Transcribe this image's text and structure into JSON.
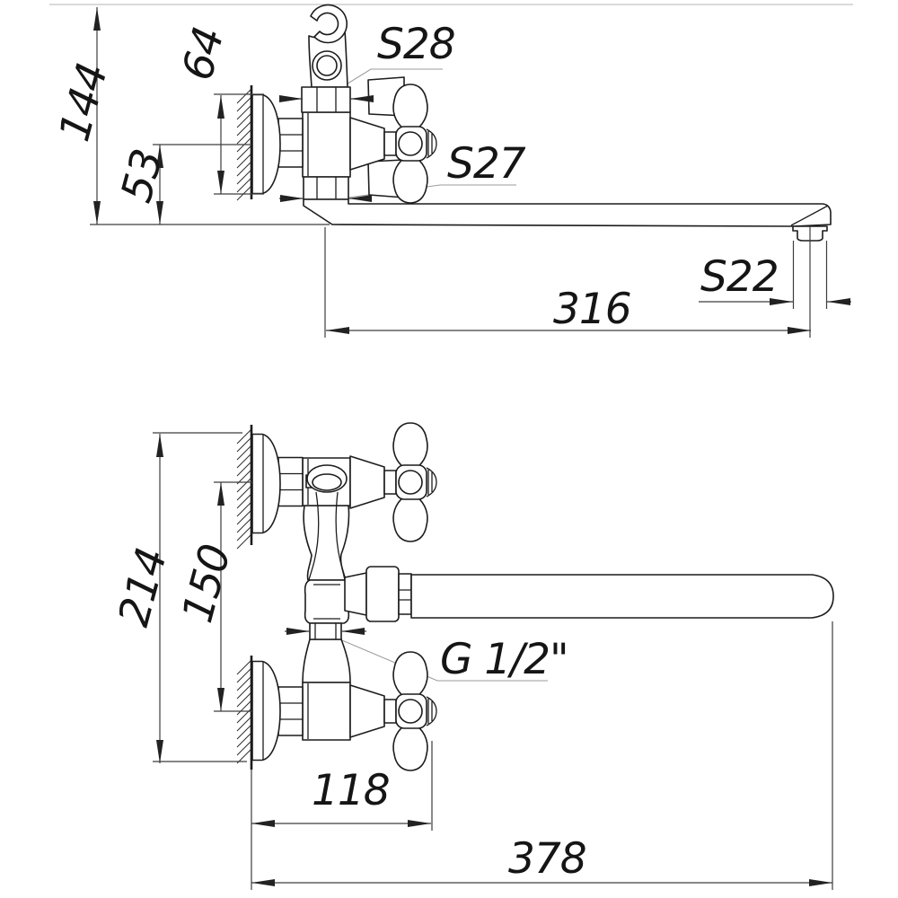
{
  "colors": {
    "background": "#ffffff",
    "line": "#1c1c1c",
    "dim_line": "#3d3d3d",
    "leader": "#9b9b9b",
    "frame": "#b5b5b5"
  },
  "side_view": {
    "height_total": "144",
    "escutcheon_height": "64",
    "axis_to_spout_bottom": "53",
    "top_nut": "S28",
    "bottom_nut": "S27",
    "aerator_nut": "S22",
    "spout_reach": "316"
  },
  "plan_view": {
    "overall_span": "214",
    "connection_centers": "150",
    "thread": "G 1/2\"",
    "wall_to_handle": "118",
    "overall_reach": "378"
  }
}
